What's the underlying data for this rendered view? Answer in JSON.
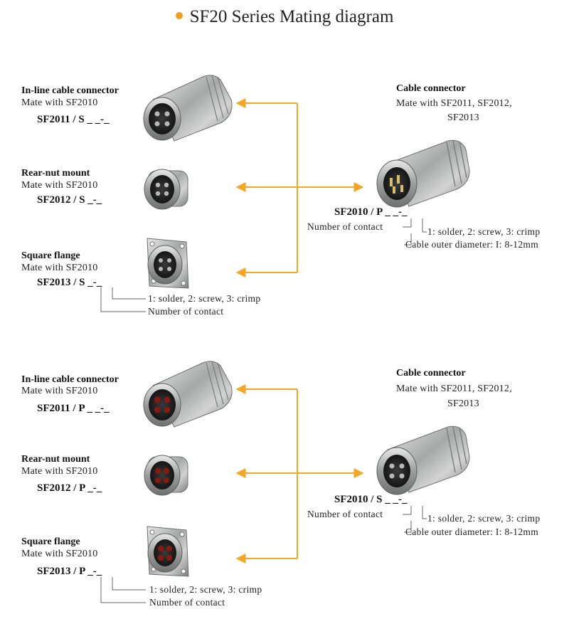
{
  "title": "SF20 Series Mating diagram",
  "colors": {
    "accent": "#f39c1f",
    "arrow": "#f5a623",
    "socket_contact": "#b8b8b8",
    "pin_contact": "#8a1a10",
    "metal": "#a8aaa8"
  },
  "top": {
    "left": [
      {
        "title": "In-line cable connector",
        "mate": "Mate with  SF2010",
        "model": "SF2011 / S _ _-_"
      },
      {
        "title": "Rear-nut  mount",
        "mate": "Mate with  SF2010",
        "model": "SF2012 / S _-_"
      },
      {
        "title": "Square flange",
        "mate": "Mate with  SF2010",
        "model": "SF2013 / S _-_"
      }
    ],
    "left_notes": {
      "termination": "1: solder, 2: screw, 3: crimp",
      "contacts": "Number  of  contact"
    },
    "right": {
      "title": "Cable connector",
      "mate1": "Mate with  SF2011,  SF2012,",
      "mate2": "SF2013",
      "model": "SF2010 / P _ _-_",
      "contacts": "Number  of  contact",
      "termination": "1: solder, 2: screw, 3: crimp",
      "diameter": "Cable outer diameter: I: 8-12mm"
    }
  },
  "bottom": {
    "left": [
      {
        "title": "In-line cable connector",
        "mate": "Mate with  SF2010",
        "model": "SF2011 / P _ _-_"
      },
      {
        "title": "Rear-nut  mount",
        "mate": "Mate with  SF2010",
        "model": "SF2012 / P _-_"
      },
      {
        "title": "Square flange",
        "mate": "Mate with  SF2010",
        "model": "SF2013 / P _-_"
      }
    ],
    "left_notes": {
      "termination": "1: solder, 2: screw, 3: crimp",
      "contacts": "Number  of  contact"
    },
    "right": {
      "title": "Cable connector",
      "mate1": "Mate with  SF2011,  SF2012,",
      "mate2": "SF2013",
      "model": "SF2010 / S _ _-_",
      "contacts": "Number  of  contact",
      "termination": "1: solder, 2: screw, 3: crimp",
      "diameter": "Cable outer diameter: I: 8-12mm"
    }
  }
}
